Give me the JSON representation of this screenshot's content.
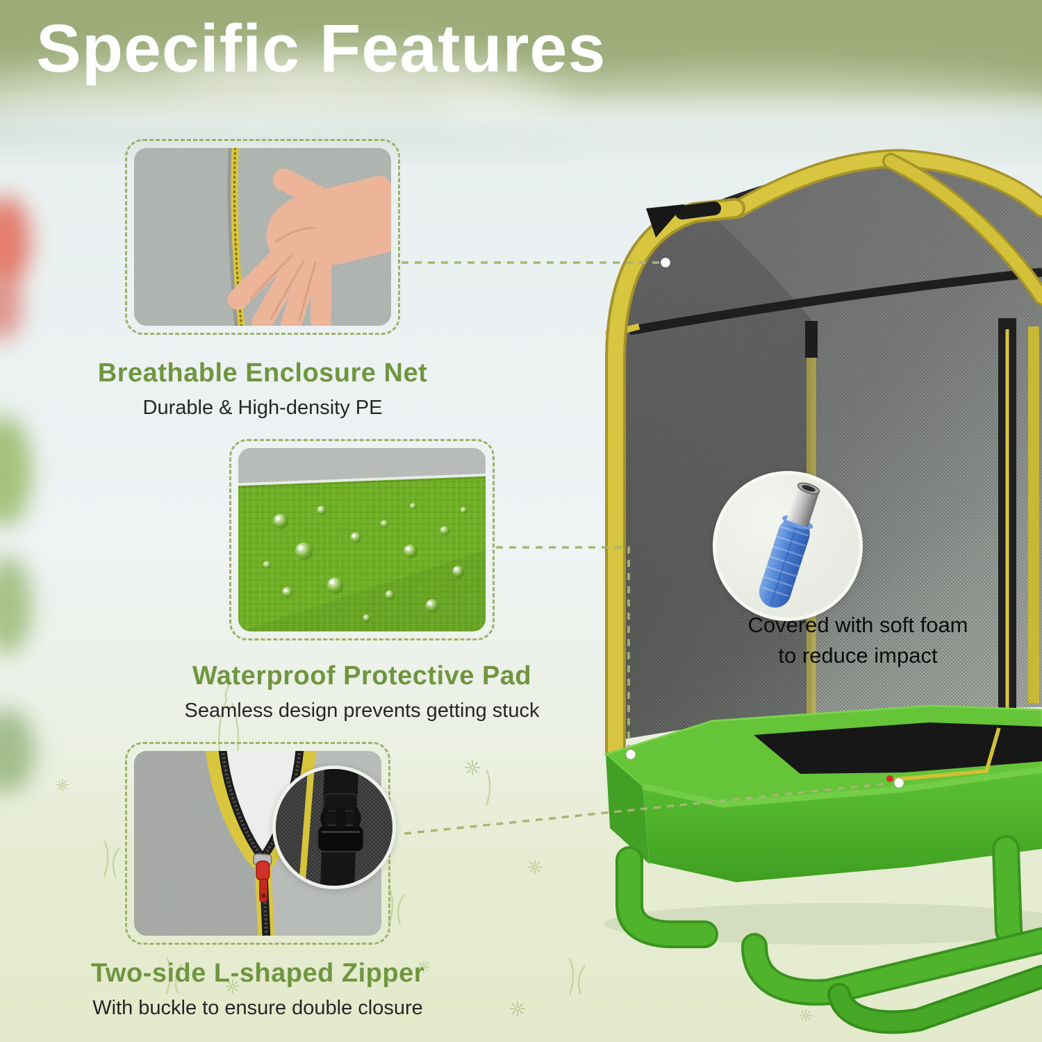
{
  "page": {
    "title": "Specific Features"
  },
  "features": [
    {
      "title": "Breathable Enclosure Net",
      "subtitle": "Durable & High-density PE"
    },
    {
      "title": "Waterproof Protective Pad",
      "subtitle": "Seamless design prevents getting stuck"
    },
    {
      "title": "Two-side L-shaped Zipper",
      "subtitle": "With buckle to ensure double closure"
    }
  ],
  "callout": {
    "lines": [
      "Covered with soft foam",
      "to reduce impact"
    ]
  },
  "colors": {
    "banner_green": "#9cab78",
    "heading_green": "#70953f",
    "frame_yellow": "#d6c33c",
    "trampoline_green": "#54b92e",
    "pad_green": "#65c438",
    "foam_blue": "#4a7fd4",
    "zipper_red": "#d23127",
    "sky": "#edf3f4",
    "grass": "#e3eacb"
  }
}
